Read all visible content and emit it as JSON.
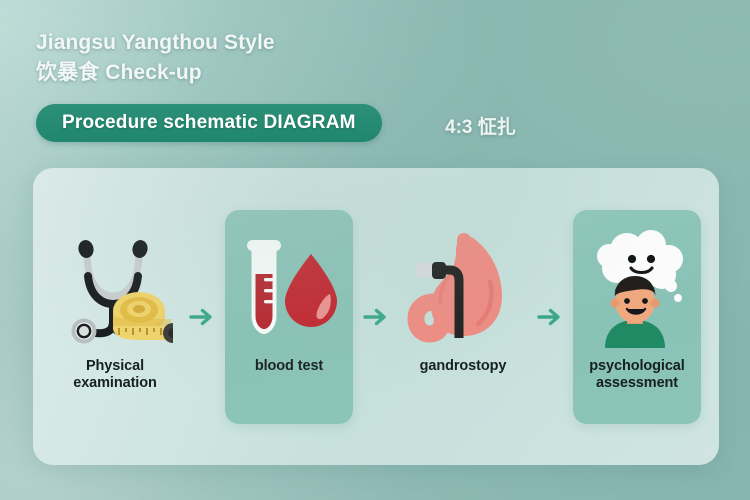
{
  "header": {
    "title_line1": "Jiangsu Yangthou Style",
    "title_line2": "饮暴食 Check-up",
    "badge_label": "Procedure schematic DIAGRAM",
    "ratio_label": "4:3 怔扎"
  },
  "colors": {
    "background_teal": "#8ab8b2",
    "panel_fill": "#dcece8",
    "badge_green": "#21866e",
    "card_green": "#8cc4b8",
    "arrow_green": "#3aa68c",
    "blood_red": "#c4222b",
    "stomach_pink": "#ef8b82",
    "skin": "#f0a97e",
    "shirt_green": "#1f8a63",
    "tape_yellow": "#e8c34a",
    "label_text": "#16201e",
    "title_text": "#f2f7f5"
  },
  "steps": [
    {
      "id": "physical-examination",
      "label": "Physical\nexamination",
      "icon": "stethoscope-tape-icon",
      "card": false
    },
    {
      "id": "blood-test",
      "label": "blood test",
      "icon": "test-tube-blood-drop-icon",
      "card": true
    },
    {
      "id": "gandrostopy",
      "label": "gandrostopy",
      "icon": "stomach-endoscope-icon",
      "card": false
    },
    {
      "id": "psychological-assessment",
      "label": "psychological\nassessment",
      "icon": "person-thought-cloud-icon",
      "card": true
    }
  ],
  "arrows": [
    {
      "id": "arrow-1",
      "glyph": "→"
    },
    {
      "id": "arrow-2",
      "glyph": "→"
    },
    {
      "id": "arrow-3",
      "glyph": "→"
    }
  ]
}
